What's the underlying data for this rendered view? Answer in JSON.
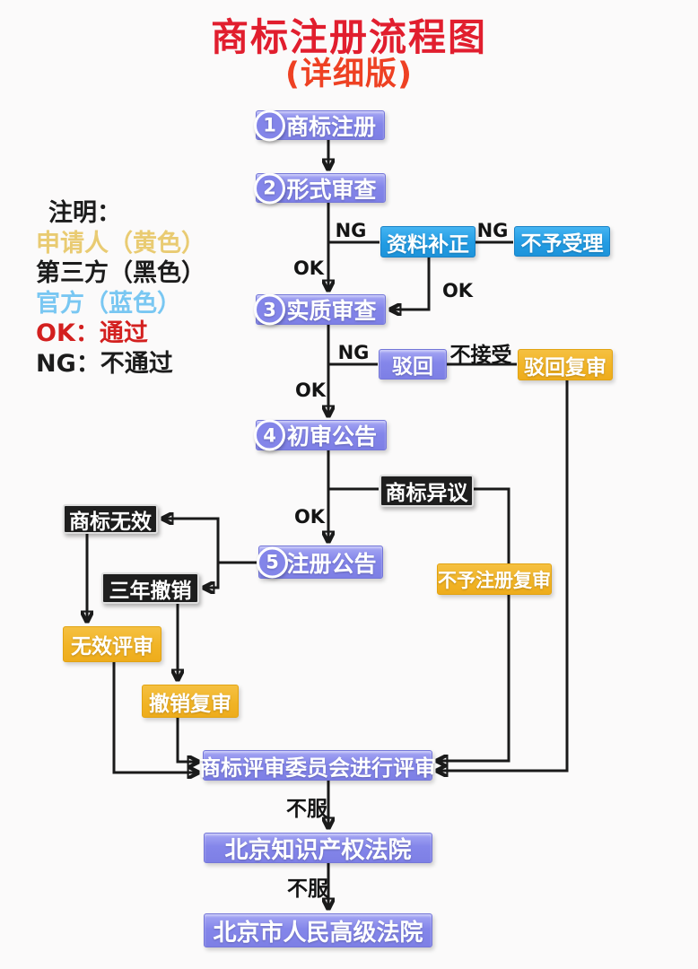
{
  "header": {
    "title": "商标注册流程图",
    "subtitle": "(详细版)"
  },
  "legend": {
    "heading": "注明：",
    "items": [
      {
        "text": "申请人（黄色）",
        "color": "#e9cb72",
        "meaning": "applicant"
      },
      {
        "text": "第三方（黑色）",
        "color": "#1c1c1c",
        "meaning": "third-party"
      },
      {
        "text": "官方（蓝色）",
        "color": "#79c7f2",
        "meaning": "official"
      },
      {
        "text": "OK：通过",
        "color": "#d3201f",
        "meaning": "pass"
      },
      {
        "text": "NG：不通过",
        "color": "#1c1c1c",
        "meaning": "fail"
      }
    ]
  },
  "flow": {
    "steps": [
      {
        "num": "1",
        "label": "商标注册"
      },
      {
        "num": "2",
        "label": "形式审查"
      },
      {
        "num": "3",
        "label": "实质审查"
      },
      {
        "num": "4",
        "label": "初审公告"
      },
      {
        "num": "5",
        "label": "注册公告"
      }
    ],
    "nodes": {
      "correction": {
        "label": "资料补正",
        "category": "official"
      },
      "not_accepted": {
        "label": "不予受理",
        "category": "official"
      },
      "rejection": {
        "label": "驳回",
        "category": "process"
      },
      "rejection_review": {
        "label": "驳回复审",
        "category": "applicant"
      },
      "opposition": {
        "label": "商标异议",
        "category": "third-party"
      },
      "invalidation": {
        "label": "商标无效",
        "category": "third-party"
      },
      "three_year_revoke": {
        "label": "三年撤销",
        "category": "third-party"
      },
      "invalid_review": {
        "label": "无效评审",
        "category": "applicant"
      },
      "revoke_review": {
        "label": "撤销复审",
        "category": "applicant"
      },
      "no_reg_review": {
        "label": "不予注册复审",
        "category": "applicant"
      },
      "trab_review": {
        "label": "商标评审委员会进行评审",
        "category": "process"
      },
      "ip_court": {
        "label": "北京知识产权法院",
        "category": "process"
      },
      "high_court": {
        "label": "北京市人民高级法院",
        "category": "process"
      }
    },
    "edge_labels": [
      {
        "id": "ng-formal-to-correction",
        "text": "NG"
      },
      {
        "id": "ng-correction-to-notaccepted",
        "text": "NG"
      },
      {
        "id": "ok-formal-to-substantive",
        "text": "OK"
      },
      {
        "id": "ok-correction-to-substantive",
        "text": "OK"
      },
      {
        "id": "ng-substantive-to-rejection",
        "text": "NG"
      },
      {
        "id": "not-accept-rejection-review",
        "text": "不接受"
      },
      {
        "id": "ok-substantive-to-preliminary",
        "text": "OK"
      },
      {
        "id": "ok-preliminary-to-register",
        "text": "OK"
      },
      {
        "id": "appeal-to-ip-court",
        "text": "不服"
      },
      {
        "id": "appeal-to-high-court",
        "text": "不服"
      }
    ]
  },
  "colors": {
    "title_red": "#e11e2e",
    "subtitle_red": "#ee4123",
    "process_purple": "#8486ea",
    "official_blue": "#229ce4",
    "applicant_yellow": "#f1b426",
    "third_party_black": "#1e1e1e",
    "connector": "#1a1a1a",
    "background": "#fbfafa"
  }
}
